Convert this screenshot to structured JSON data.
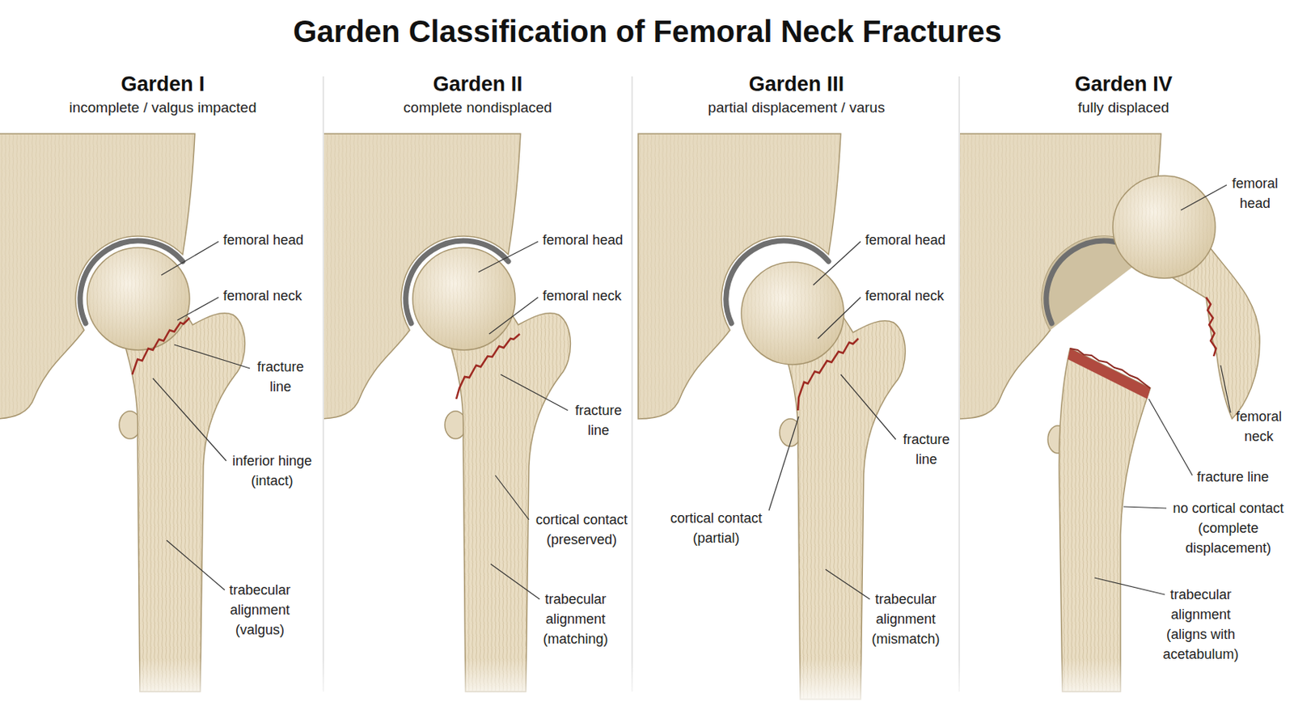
{
  "diagram": {
    "title": "Garden Classification of Femoral Neck Fractures",
    "labels": [
      "Garden I",
      "incomplete / valgus impacted",
      "femoral head",
      "femoral neck",
      "fracture line",
      "inferior hinge (intact)",
      "trabecular alignment (valgus)",
      "Garden II",
      "complete nondisplaced",
      "femoral head",
      "femoral neck",
      "fracture line",
      "cortical contact (preserved)",
      "trabecular alignment (matching)",
      "Garden III",
      "partial displacement / varus",
      "femoral head",
      "femoral neck",
      "fracture line",
      "cortical contact (partial)",
      "trabecular alignment (mismatch)",
      "Garden IV",
      "fully displaced",
      "femoral head",
      "femoral neck",
      "fracture line",
      "no cortical contact (complete displacement)",
      "trabecular alignment (aligns with acetabulum)"
    ]
  }
}
